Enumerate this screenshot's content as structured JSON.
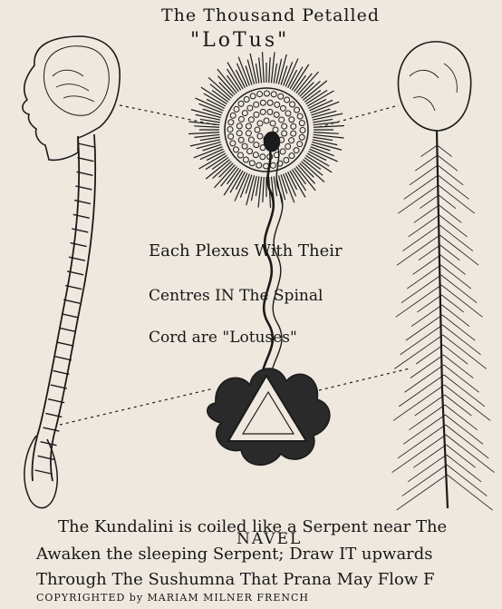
{
  "title": {
    "line1": "The Thousand Petalled",
    "line2": "\"LoTus\""
  },
  "plexus_caption": {
    "line1": "Each Plexus With Their",
    "line2": "Centres IN The Spinal",
    "line3": "Cord are \"Lotuses\""
  },
  "bottom_caption": {
    "line1": "The Kundalini is coiled like a Serpent near The",
    "line2": "NAVEL",
    "line3": "Awaken the sleeping Serpent; Draw IT upwards",
    "line4": "Through The Sushumna That Prana May Flow F"
  },
  "copyright": "COPYRIGHTED by MARIAM MILNER FRENCH",
  "colors": {
    "paper": "#efe8df",
    "ink": "#1b1b1b",
    "ghost_text": "#b9b2a9"
  }
}
